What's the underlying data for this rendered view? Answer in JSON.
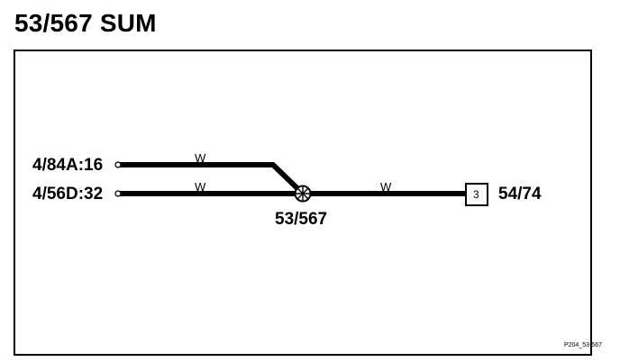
{
  "title": "53/567 SUM",
  "connectors": {
    "left_top": "4/84A:16",
    "left_bottom": "4/56D:32",
    "junction": "53/567",
    "right": "54/74",
    "right_pin": "3"
  },
  "wires": {
    "top_color": "W",
    "bottom_color": "W",
    "right_color": "W"
  },
  "footer_code": "P204_53-567"
}
